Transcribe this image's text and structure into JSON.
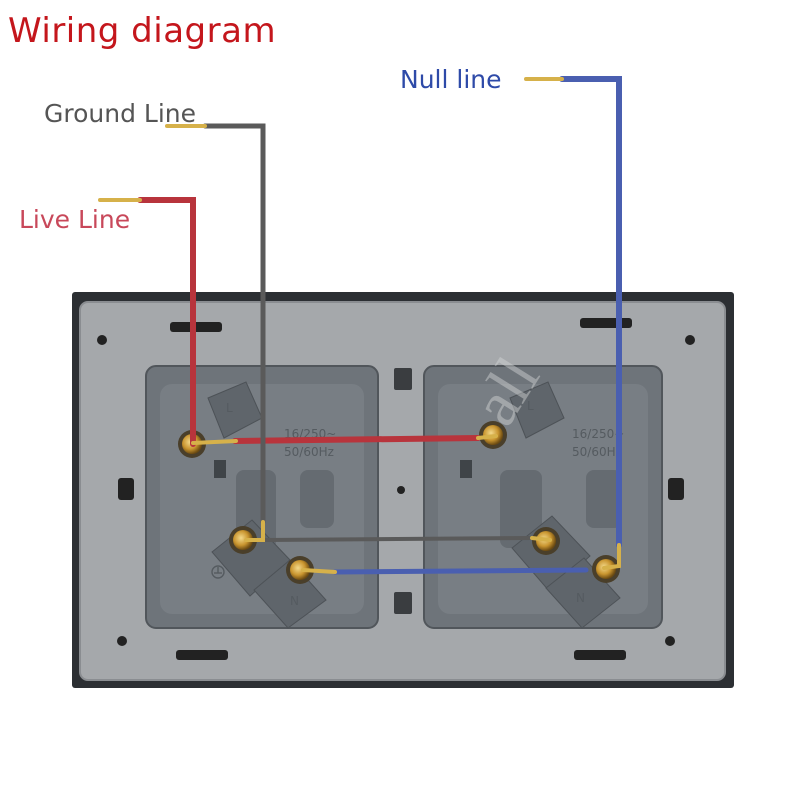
{
  "title": "Wiring diagram",
  "labels": {
    "ground": "Ground Line",
    "live": "Live Line",
    "null": "Null line"
  },
  "socket_marks": {
    "left_rating": "16/250~",
    "left_freq": "50/60Hz",
    "right_rating": "16/250~",
    "right_freq": "50/60Hz",
    "terminal_live": "L",
    "terminal_neutral": "N"
  },
  "colors": {
    "title": "#c4161c",
    "ground_text": "#555555",
    "live_text": "#c8485a",
    "null_text": "#2e4aa8",
    "live_wire": "#b8343c",
    "ground_wire": "#5a5a5a",
    "null_wire": "#4a5fb0",
    "copper": "#d6b14a",
    "panel": "#a5a8ab",
    "socket_body": "#6e747a"
  },
  "icons": [
    "ground-symbol-icon"
  ]
}
